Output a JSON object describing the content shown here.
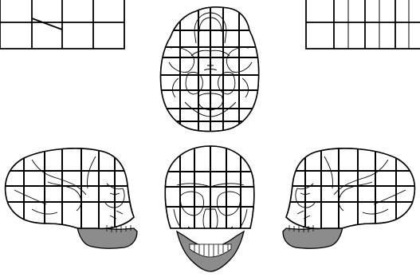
{
  "colors": {
    "background": "#ffffff",
    "line": "#000000",
    "mandible_fill": "#8c8c8c"
  },
  "views": [
    {
      "id": "grid-top-left",
      "kind": "grid-chart"
    },
    {
      "id": "skull-superior-view",
      "kind": "skull-superior"
    },
    {
      "id": "grid-top-right",
      "kind": "grid-chart"
    },
    {
      "id": "skull-left-lateral-view",
      "kind": "skull-lateral"
    },
    {
      "id": "skull-frontal-view",
      "kind": "skull-frontal"
    },
    {
      "id": "skull-right-lateral-view",
      "kind": "skull-lateral"
    }
  ]
}
